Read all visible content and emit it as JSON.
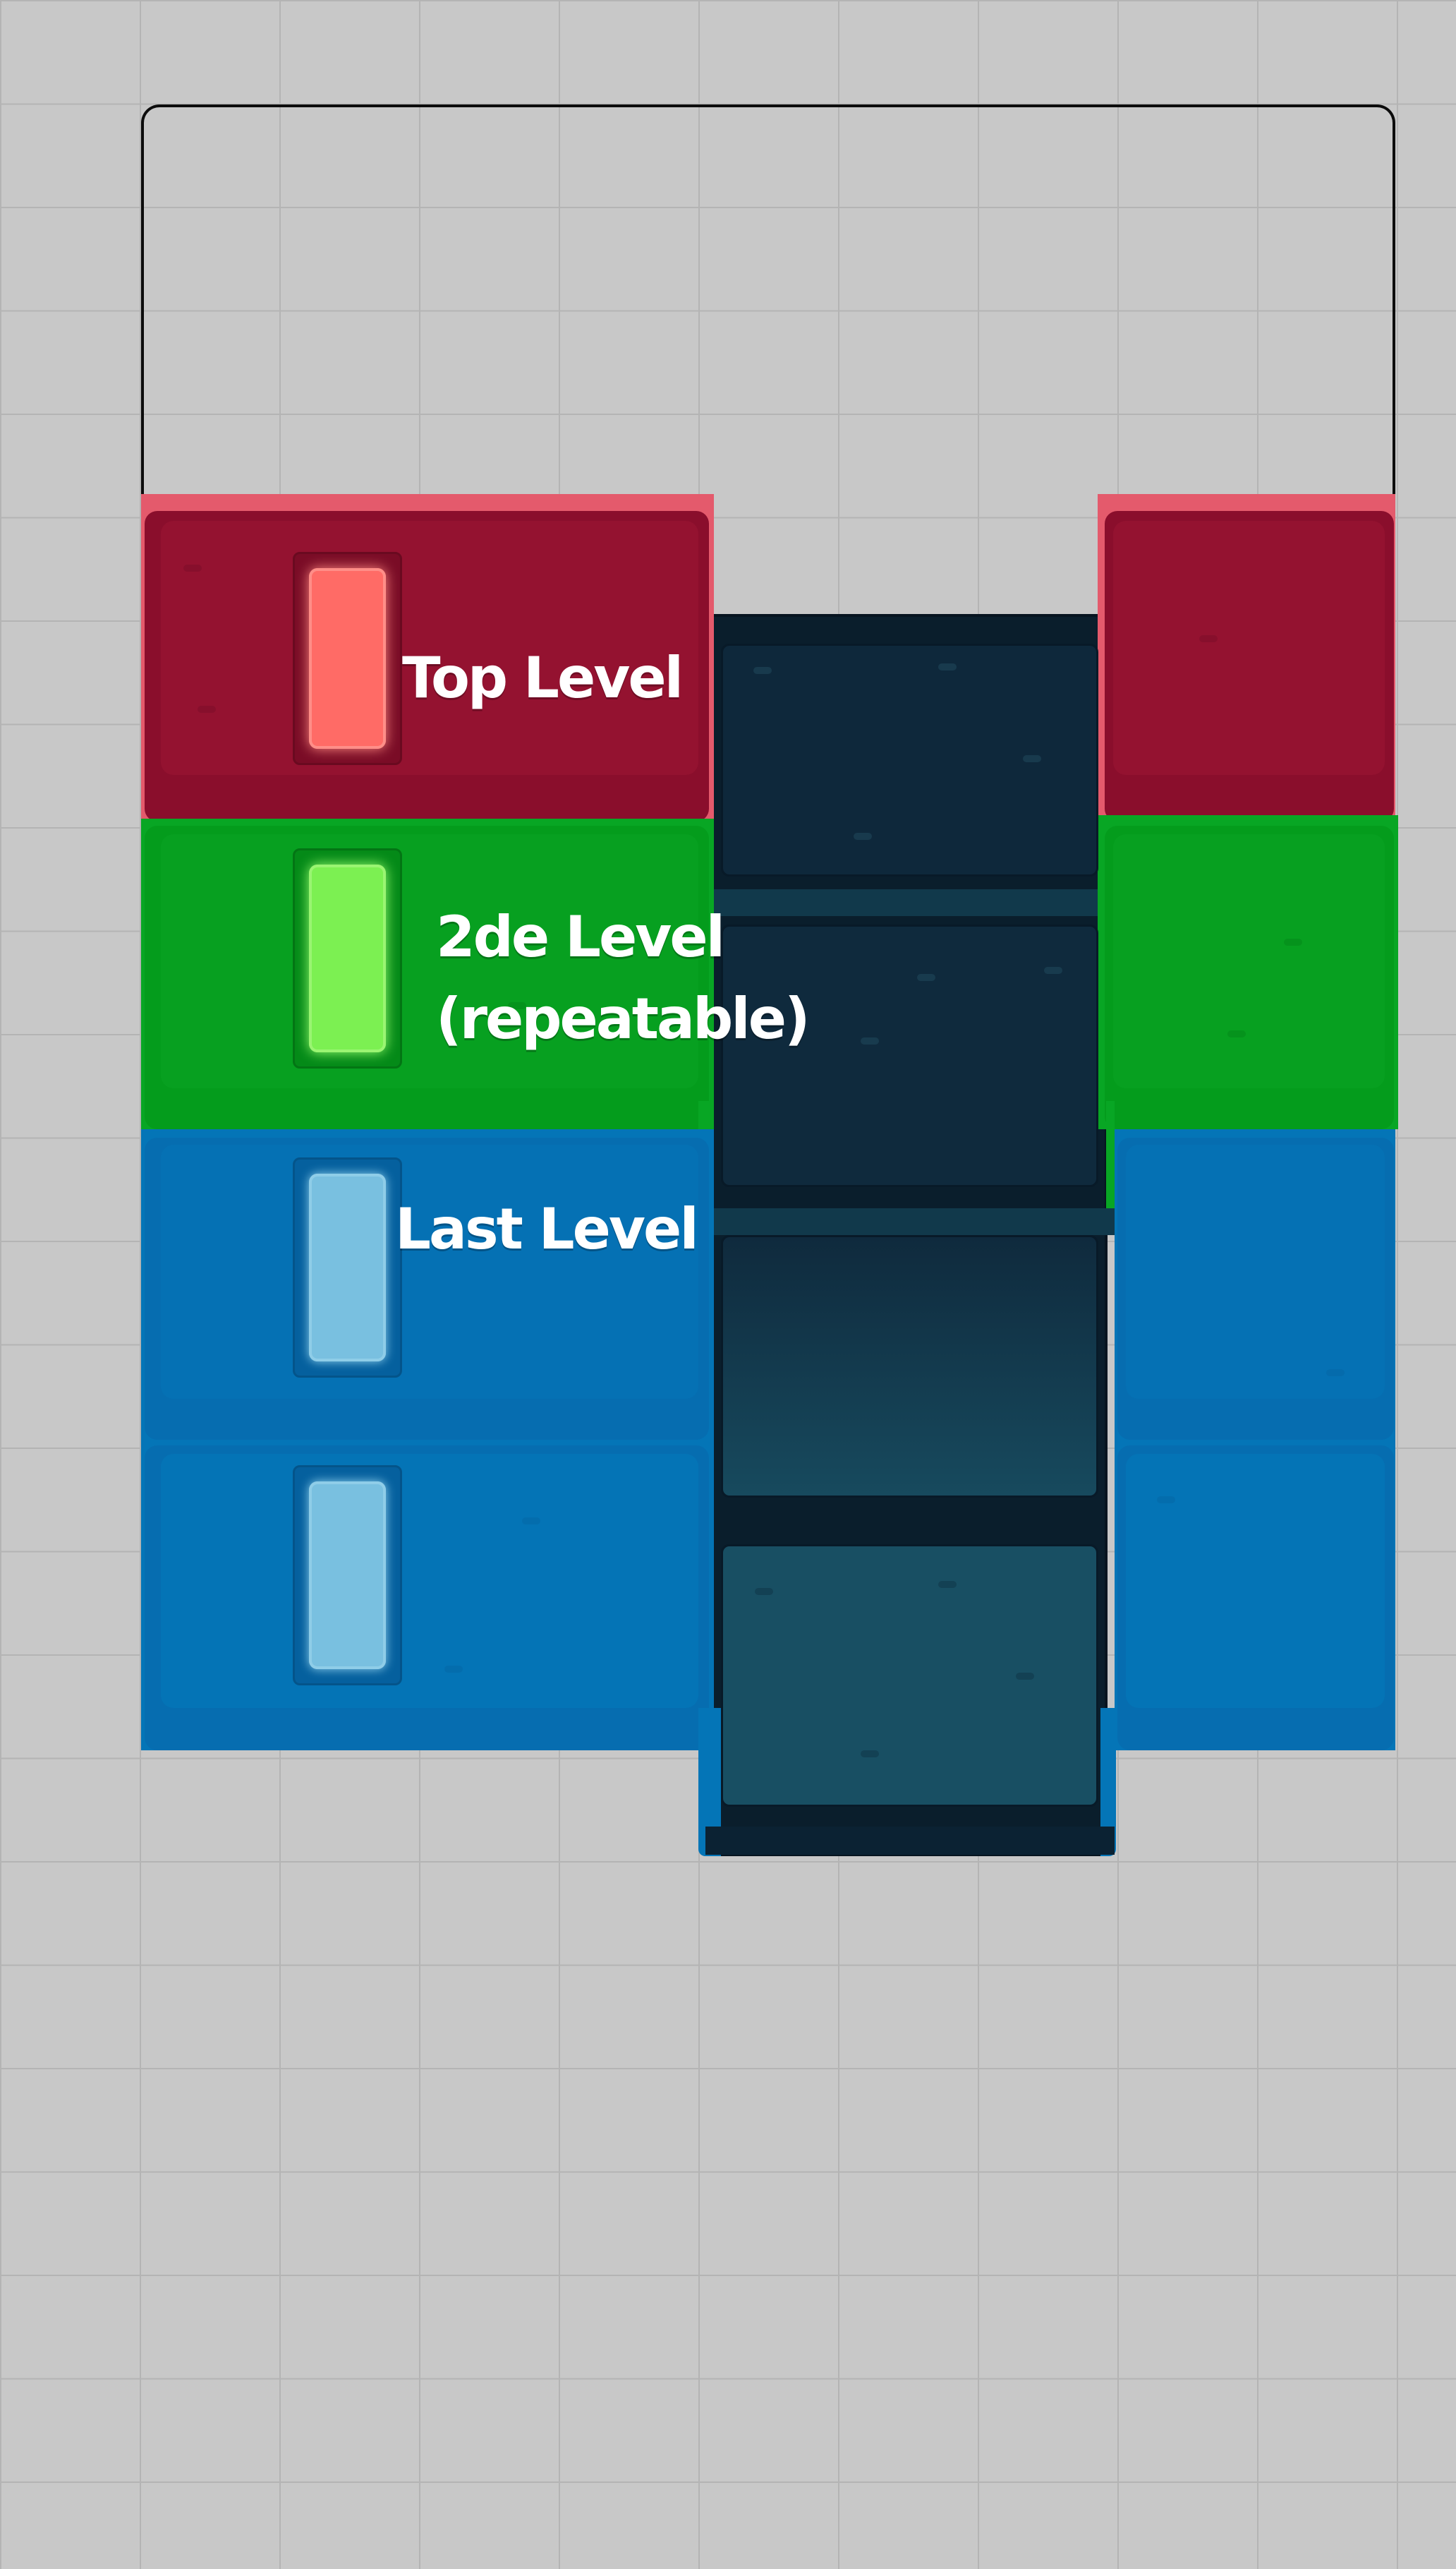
{
  "labels": {
    "top": "Top Level",
    "middle_line1": "2de Level",
    "middle_line2": "(repeatable)",
    "last": "Last Level"
  },
  "colors": {
    "background": "#c8c8c8",
    "grid_line": "#b4b4b4",
    "top_level": "#930f2f",
    "top_level_rim": "#e45a6c",
    "top_level_bulb": "#ff6b66",
    "middle_level": "#06a01e",
    "middle_level_bulb": "#7cf052",
    "last_level": "#0475b7",
    "last_level_bulb": "#79c0e0",
    "slot_dark": "#0d2a3d",
    "slot_teal": "#184f63",
    "outline": "#0c0c0c"
  },
  "icons": {
    "container": "container-outline",
    "indicator": "glow-light-indicator"
  }
}
